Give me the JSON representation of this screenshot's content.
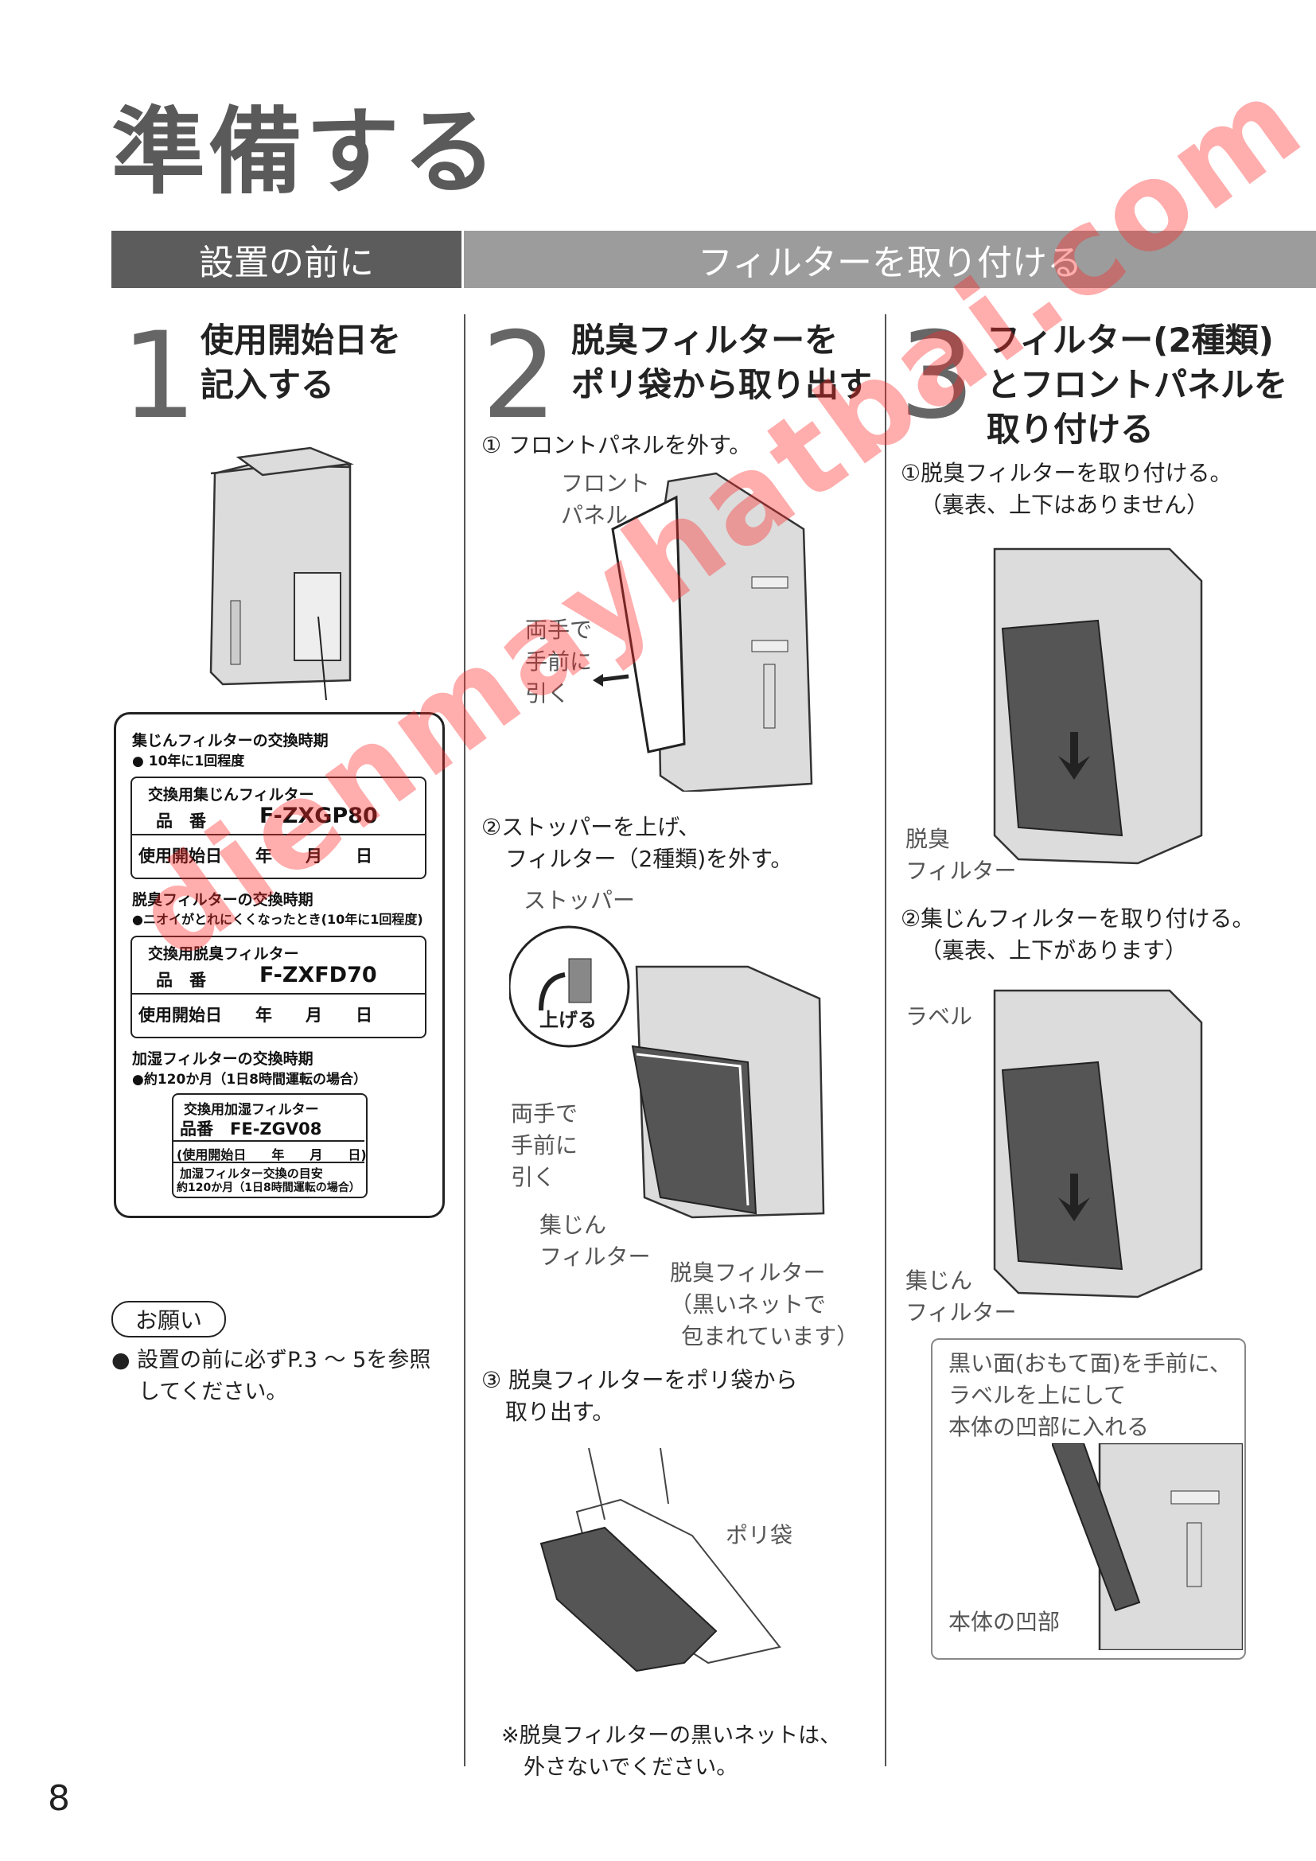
{
  "page_title": "準備する",
  "headers": {
    "left": "設置の前に",
    "right": "フィルターを取り付ける"
  },
  "step1": {
    "number": "1",
    "title_line1": "使用開始日を",
    "title_line2": "記入する",
    "sticker": {
      "s1_title": "集じんフィルターの交換時期",
      "s1_note": "● 10年に1回程度",
      "s1_box_title": "交換用集じんフィルター",
      "s1_part_label": "品　番",
      "s1_part": "F-ZXGP80",
      "s1_date": "使用開始日　　年　　月　　日",
      "s2_title": "脱臭フィルターの交換時期",
      "s2_note": "●ニオイがとれにくくなったとき(10年に1回程度)",
      "s2_box_title": "交換用脱臭フィルター",
      "s2_part_label": "品　番",
      "s2_part": "F-ZXFD70",
      "s2_date": "使用開始日　　年　　月　　日",
      "s3_title": "加湿フィルターの交換時期",
      "s3_note": "●約120か月（1日8時間運転の場合）",
      "s3_box_title": "交換用加湿フィルター",
      "s3_part": "品番　FE-ZGV08",
      "s3_date": "(使用開始日　　年　　月　　日)",
      "s3_guide1": "加湿フィルター交換の目安",
      "s3_guide2": "約120か月（1日8時間運転の場合）"
    },
    "onegai": "お願い",
    "note_line1": "● 設置の前に必ずP.3 ～ 5を参照",
    "note_line2": "してください。"
  },
  "step2": {
    "number": "2",
    "title_line1": "脱臭フィルターを",
    "title_line2": "ポリ袋から取り出す",
    "sub1": "① フロントパネルを外す。",
    "lbl_front1": "フロント",
    "lbl_front2": "パネル",
    "lbl_pull_a1": "両手で",
    "lbl_pull_a2": "手前に",
    "lbl_pull_a3": "引く",
    "sub2_line1": "②ストッパーを上げ、",
    "sub2_line2": "フィルター（2種類)を外す。",
    "lbl_stopper": "ストッパー",
    "lbl_raise": "上げる",
    "lbl_pull_b1": "両手で",
    "lbl_pull_b2": "手前に",
    "lbl_pull_b3": "引く",
    "lbl_dust1": "集じん",
    "lbl_dust2": "フィルター",
    "lbl_deo1": "脱臭フィルター",
    "lbl_deo2": "（黒いネットで",
    "lbl_deo3": "包まれています）",
    "sub3_line1": "③ 脱臭フィルターをポリ袋から",
    "sub3_line2": "取り出す。",
    "lbl_bag": "ポリ袋",
    "footnote1": "※脱臭フィルターの黒いネットは、",
    "footnote2": "外さないでください。"
  },
  "step3": {
    "number": "3",
    "title_line1": "フィルター(2種類)",
    "title_line2": "とフロントパネルを",
    "title_line3": "取り付ける",
    "sub1_line1": "①脱臭フィルターを取り付ける。",
    "sub1_line2": "（裏表、上下はありません）",
    "lbl_deo1": "脱臭",
    "lbl_deo2": "フィルター",
    "sub2_line1": "②集じんフィルターを取り付ける。",
    "sub2_line2": "（裏表、上下があります）",
    "lbl_label": "ラベル",
    "lbl_dust1": "集じん",
    "lbl_dust2": "フィルター",
    "callout1": "黒い面(おもて面)を手前に、",
    "callout2": "ラベルを上にして",
    "callout3": "本体の凹部に入れる",
    "lbl_recess": "本体の凹部"
  },
  "watermark": "dienmayhatbai.com",
  "page_number": "8"
}
